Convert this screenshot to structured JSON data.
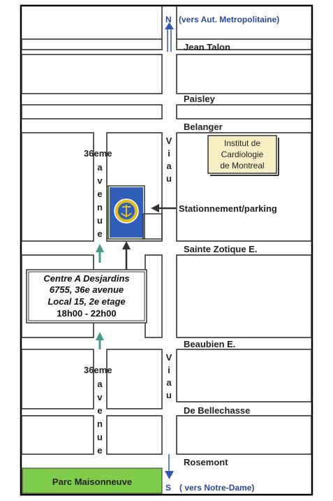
{
  "colors": {
    "arrow_blue": "#2f57b5",
    "arrow_teal": "#4a9a8c",
    "park_green": "#7fcc4a",
    "institute_fill": "#f6efc4",
    "building_blue": "#2f5fb8",
    "building_gold": "#e0c020"
  },
  "compass": {
    "north_letter": "N",
    "north_note": "(vers Aut. Metropolitaine)",
    "south_letter": "S",
    "south_note": "( vers Notre-Dame)"
  },
  "streets": {
    "jean_talon": "Jean Talon",
    "paisley": "Paisley",
    "belanger": "Belanger",
    "sainte_zotique": "Sainte Zotique E.",
    "beaubien": "Beaubien E.",
    "de_bellechasse": "De Bellechasse",
    "rosemont": "Rosemont"
  },
  "avenue_36": {
    "number": "36eme",
    "letters": [
      "a",
      "v",
      "e",
      "n",
      "u",
      "e"
    ]
  },
  "viau_letters": [
    "V",
    "i",
    "a",
    "u"
  ],
  "institute": {
    "line1": "Institut de",
    "line2": "Cardiologie",
    "line3": "de Montreal"
  },
  "parking_label": "Stationnement/parking",
  "destination": {
    "line1": "Centre A Desjardins",
    "line2": "6755, 36e avenue",
    "line3": "Local 15, 2e etage",
    "line4": "18h00 - 22h00"
  },
  "park_label": "Parc Maisonneuve",
  "building_icon": "anchor-logo-icon"
}
